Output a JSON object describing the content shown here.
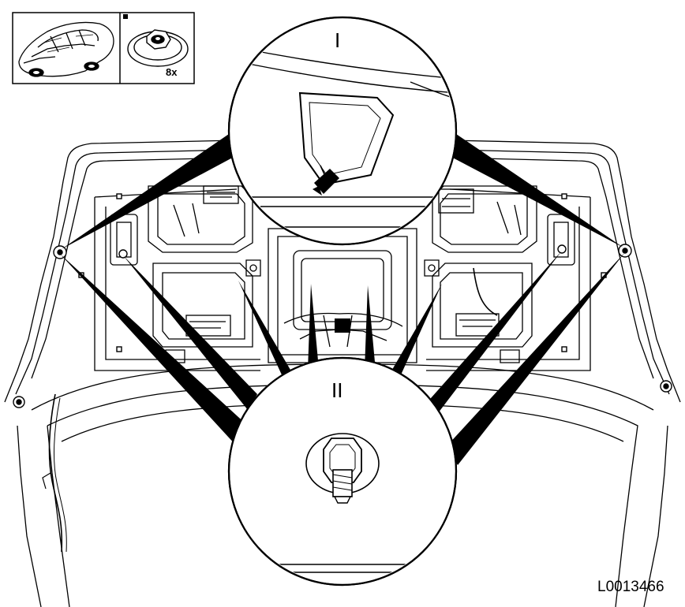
{
  "diagram": {
    "detail_label_top": "I",
    "detail_label_bottom": "II",
    "quantity_label": "8x",
    "drawing_code": "L0013466"
  },
  "colors": {
    "line": "#000000",
    "background": "#ffffff",
    "frame_gray": "#555555"
  },
  "icons": {
    "vehicle_thumbnail": "car-icon",
    "fastener_thumbnail": "nut-icon"
  }
}
